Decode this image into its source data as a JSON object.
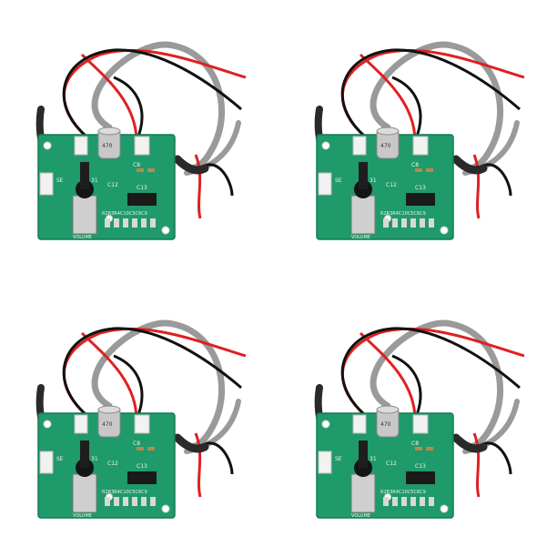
{
  "image": {
    "background": "#ffffff",
    "modules": [
      {
        "id": "top-left"
      },
      {
        "id": "top-right"
      },
      {
        "id": "bottom-left"
      },
      {
        "id": "bottom-right"
      }
    ],
    "board_labels": {
      "volume": "VOLUME",
      "cap_top": "C8",
      "cap_mid": "C12",
      "cap_low": "C13",
      "res_row": "R2R3R4C10C5C6C9",
      "cap_can": "470",
      "se": "SE",
      "n31": "31"
    },
    "colors": {
      "pcb": "#1f9a6a",
      "pcb_dark": "#167a52",
      "wire_red": "#e02020",
      "wire_black": "#111111",
      "wire_gray": "#9a9a9a",
      "connector": "#f2f2f2",
      "chip": "#1a1a1a",
      "knob": "#151515",
      "pot_body": "#cfcfcf",
      "capacitor": "#c8c8c8"
    }
  }
}
